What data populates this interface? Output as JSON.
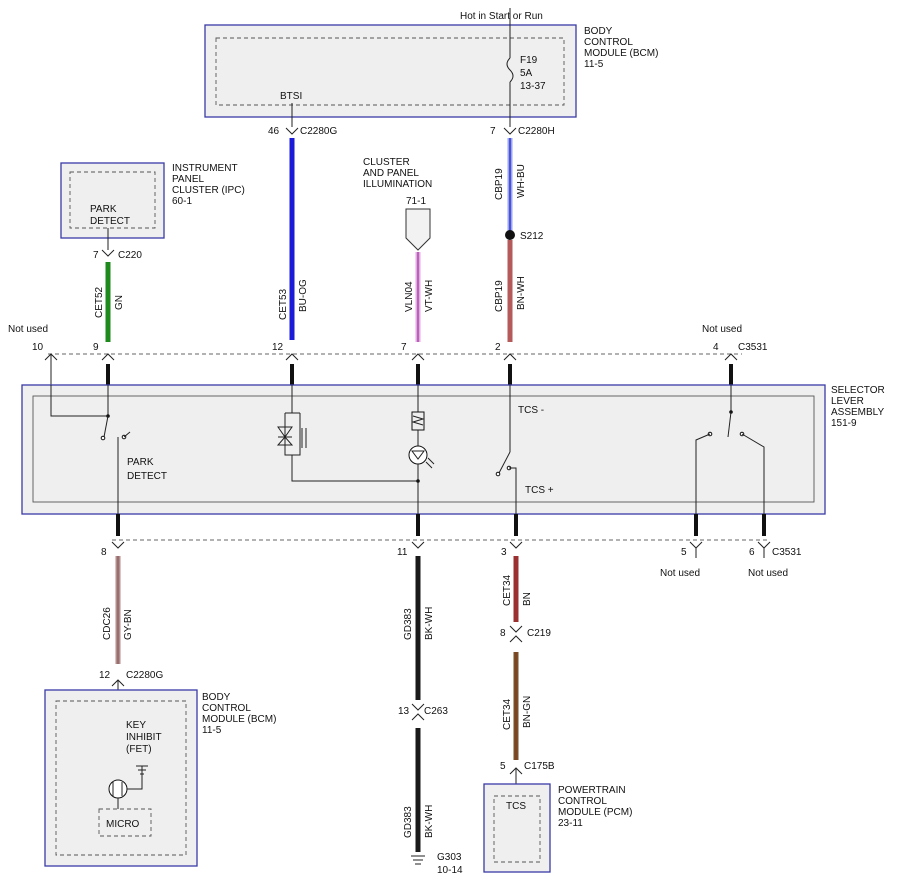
{
  "colors": {
    "module_border": "#3a3aa8",
    "wire_blue": "#1a1ad8",
    "wire_green": "#1e8a1e",
    "wire_violet_white": "#e8a6e8",
    "wire_white_blue": "#9aa6e8",
    "wire_brown_white": "#b55a5a",
    "wire_gray_brown": "#b88a8a",
    "wire_black_white": "#1a1a1a",
    "wire_brown": "#9a3030",
    "wire_brown_green": "#6a5a20"
  },
  "modules": {
    "bcm_top": {
      "title_lines": [
        "BODY",
        "CONTROL",
        "MODULE (BCM)",
        "11-5"
      ],
      "pin_label": "BTSI"
    },
    "power_feed": {
      "label": "Hot in Start or Run",
      "fuse": "F19",
      "rating": "5A",
      "ref": "13-37"
    },
    "ipc": {
      "title_lines": [
        "INSTRUMENT",
        "PANEL",
        "CLUSTER (IPC)",
        "60-1"
      ],
      "inner_lines": [
        "PARK",
        "DETECT"
      ]
    },
    "illumination": {
      "title_lines": [
        "CLUSTER",
        "AND PANEL",
        "ILLUMINATION"
      ],
      "ref": "71-1"
    },
    "selector": {
      "title_lines": [
        "SELECTOR",
        "LEVER",
        "ASSEMBLY",
        "151-9"
      ],
      "tcs_minus": "TCS -",
      "tcs_plus": "TCS +",
      "park_lines": [
        "PARK",
        "DETECT"
      ]
    },
    "bcm_bottom": {
      "title_lines": [
        "BODY",
        "CONTROL",
        "MODULE (BCM)",
        "11-5"
      ],
      "key_lines": [
        "KEY",
        "INHIBIT",
        "(FET)"
      ],
      "micro": "MICRO"
    },
    "pcm": {
      "title_lines": [
        "POWERTRAIN",
        "CONTROL",
        "MODULE (PCM)",
        "23-11"
      ],
      "inner": "TCS"
    },
    "ground": {
      "name": "G303",
      "ref": "10-14"
    }
  },
  "connectors": {
    "c2280g_top": {
      "pin": "46",
      "name": "C2280G"
    },
    "c2280h": {
      "pin": "7",
      "name": "C2280H"
    },
    "c220": {
      "pin": "7",
      "name": "C220"
    },
    "s212": {
      "name": "S212"
    },
    "c3531_top": {
      "name": "C3531",
      "pins": [
        "10",
        "9",
        "12",
        "7",
        "2",
        "4"
      ],
      "not_used_left": "Not used",
      "not_used_right": "Not used"
    },
    "c3531_bottom": {
      "name": "C3531",
      "pins": [
        "8",
        "11",
        "3",
        "5",
        "6"
      ],
      "not_used_5": "Not used",
      "not_used_6": "Not used"
    },
    "c2280g_bottom": {
      "pin": "12",
      "name": "C2280G"
    },
    "c263": {
      "pin": "13",
      "name": "C263"
    },
    "c219": {
      "pin": "8",
      "name": "C219"
    },
    "c175b": {
      "pin": "5",
      "name": "C175B"
    }
  },
  "wires": {
    "cbp19_top": {
      "circuit": "CBP19",
      "color": "WH-BU"
    },
    "cbp19_bottom": {
      "circuit": "CBP19",
      "color": "BN-WH"
    },
    "cet52": {
      "circuit": "CET52",
      "color": "GN"
    },
    "cet53": {
      "circuit": "CET53",
      "color": "BU-OG"
    },
    "vln04": {
      "circuit": "VLN04",
      "color": "VT-WH"
    },
    "cdc26": {
      "circuit": "CDC26",
      "color": "GY-BN"
    },
    "gd383_upper": {
      "circuit": "GD383",
      "color": "BK-WH"
    },
    "gd383_lower": {
      "circuit": "GD383",
      "color": "BK-WH"
    },
    "cet34_upper": {
      "circuit": "CET34",
      "color": "BN"
    },
    "cet34_lower": {
      "circuit": "CET34",
      "color": "BN-GN"
    }
  }
}
